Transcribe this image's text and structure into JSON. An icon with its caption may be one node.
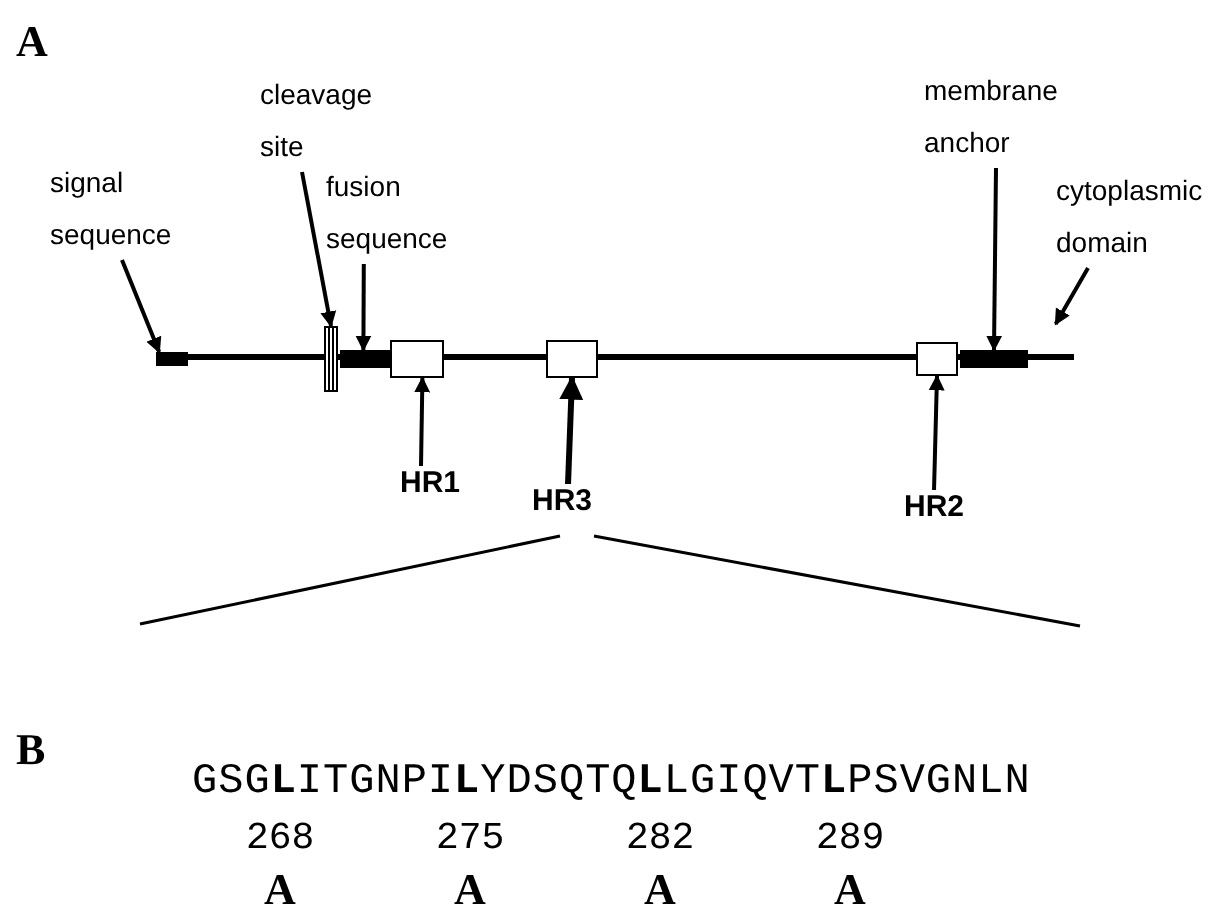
{
  "diagram": {
    "nodes": [
      {
        "text": [
          "signal sequence"
        ]
      },
      {
        "text": [
          "cleavage site"
        ]
      },
      {
        "text": [
          "fusion sequence"
        ]
      },
      {
        "text": [
          "membrane anchor"
        ]
      },
      {
        "text": [
          "cytoplasmic domain"
        ]
      },
      {
        "text": [
          "HR1"
        ]
      },
      {
        "text": [
          "HR3"
        ]
      },
      {
        "text": [
          "HR2"
        ]
      },
      {
        "text": [],
        "shape": "line"
      },
      {
        "text": [],
        "shape": "bar",
        "in": 8
      },
      {
        "text": [],
        "shape": "box",
        "in": 8
      },
      {
        "text": [],
        "shape": "bar",
        "in": 8
      },
      {
        "text": [],
        "shape": "box",
        "in": 8
      },
      {
        "text": [],
        "shape": "box",
        "in": 8
      },
      {
        "text": [],
        "shape": "box",
        "in": 8
      },
      {
        "text": [],
        "shape": "bar",
        "in": 8
      }
    ],
    "edges": [
      {
        "from": 0,
        "to": 9,
        "arrow": "to"
      },
      {
        "from": 1,
        "to": 10,
        "arrow": "to"
      },
      {
        "from": 2,
        "to": 11,
        "arrow": "to"
      },
      {
        "from": 3,
        "to": 15,
        "arrow": "to"
      },
      {
        "from": 4,
        "to": 8,
        "arrow": "to"
      },
      {
        "from": 5,
        "to": 12,
        "arrow": "to"
      },
      {
        "from": 6,
        "to": 13,
        "arrow": "to"
      },
      {
        "from": 7,
        "to": 14,
        "arrow": "to"
      }
    ],
    "labels": [
      "A",
      "B",
      "GSG**L**ITGNPI**L**YDSQTQ**L**LGIQVT**L**PSVGNLN",
      "268",
      "275",
      "282",
      "289",
      "A",
      "A",
      "A",
      "A"
    ]
  }
}
